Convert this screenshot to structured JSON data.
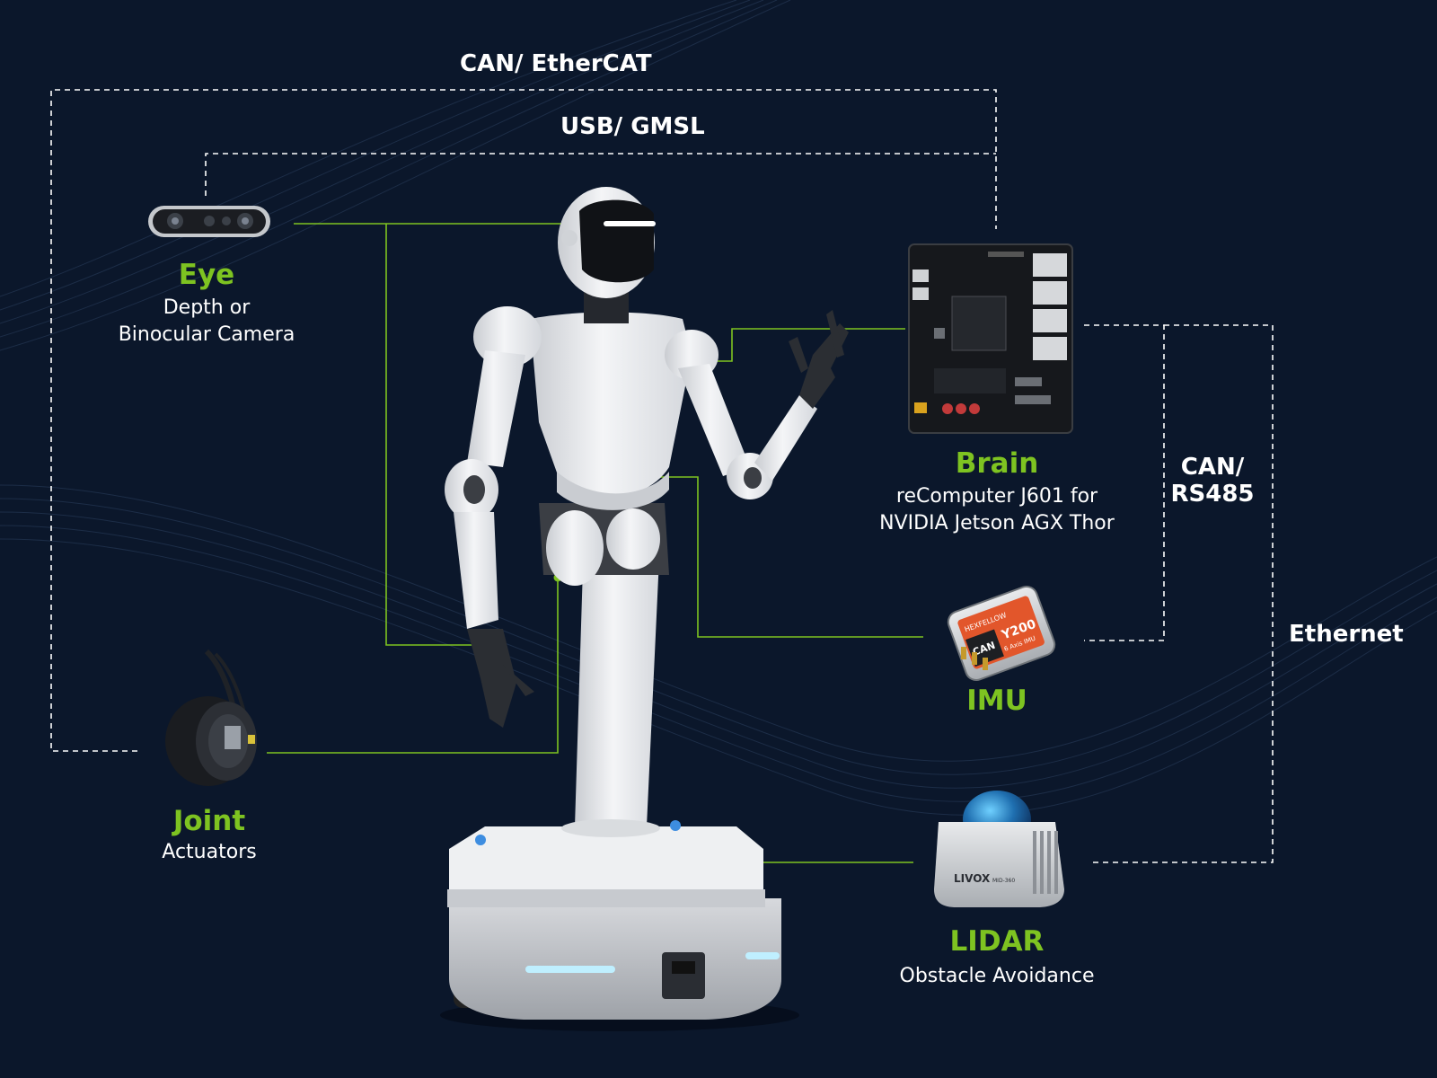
{
  "buses": {
    "can_ethercat": "CAN/ EtherCAT",
    "usb_gmsl": "USB/ GMSL",
    "can_rs485_line1": "CAN/",
    "can_rs485_line2": "RS485",
    "ethernet": "Ethernet"
  },
  "components": {
    "eye": {
      "title": "Eye",
      "desc_line1": "Depth or",
      "desc_line2": "Binocular Camera"
    },
    "brain": {
      "title": "Brain",
      "desc_line1": "reComputer J601 for",
      "desc_line2": "NVIDIA Jetson AGX Thor"
    },
    "imu": {
      "title": "IMU"
    },
    "joint": {
      "title": "Joint",
      "desc_line1": "Actuators"
    },
    "lidar": {
      "title": "LIDAR",
      "desc_line1": "Obstacle Avoidance"
    }
  },
  "device_text": {
    "imu_brand": "HEXFELLOW",
    "imu_model": "Y200",
    "imu_sub": "6 Axis IMU",
    "imu_can": "CAN",
    "lidar_brand": "LIVOX",
    "lidar_model": "MID-360"
  },
  "colors": {
    "background": "#0b172b",
    "accent_green": "#7ec321",
    "bus_line": "#ffffff"
  }
}
